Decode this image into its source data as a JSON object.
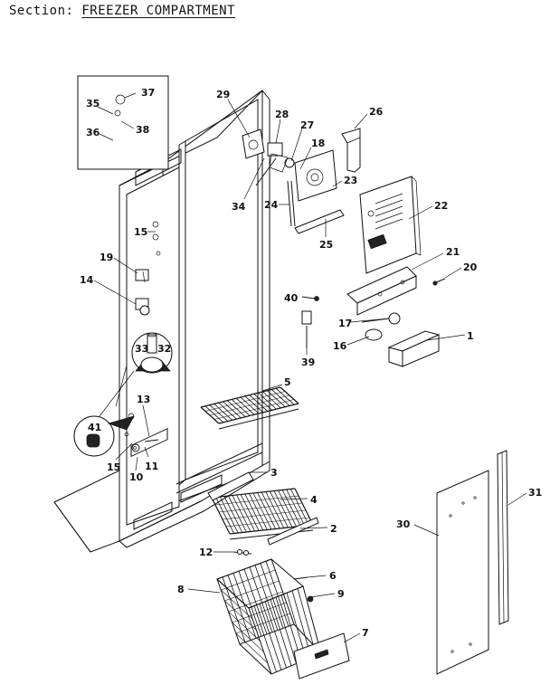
{
  "header": {
    "section_label": "Section:",
    "title": "FREEZER COMPARTMENT"
  },
  "callouts": {
    "c1": "1",
    "c2": "2",
    "c3": "3",
    "c4": "4",
    "c5": "5",
    "c6": "6",
    "c7": "7",
    "c8": "8",
    "c9": "9",
    "c10": "10",
    "c11": "11",
    "c12": "12",
    "c13": "13",
    "c14": "14",
    "c15a": "15",
    "c15b": "15",
    "c16": "16",
    "c17": "17",
    "c18": "18",
    "c19": "19",
    "c20": "20",
    "c21": "21",
    "c22": "22",
    "c23": "23",
    "c24": "24",
    "c25": "25",
    "c26": "26",
    "c27": "27",
    "c28": "28",
    "c29": "29",
    "c30": "30",
    "c31": "31",
    "c32": "32",
    "c33": "33",
    "c34": "34",
    "c35": "35",
    "c36": "36",
    "c37": "37",
    "c38": "38",
    "c39": "39",
    "c40": "40",
    "c41": "41"
  }
}
